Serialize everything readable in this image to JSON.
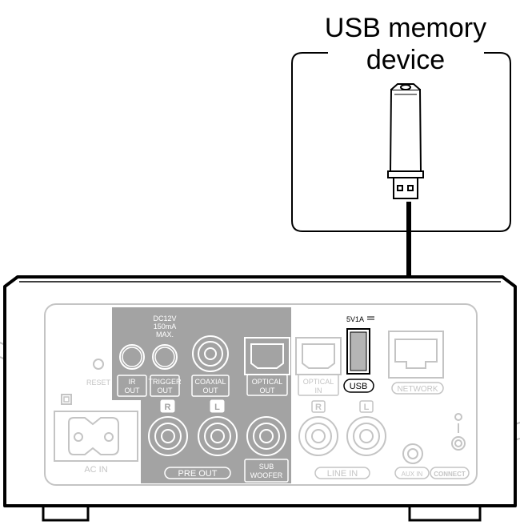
{
  "callout": {
    "title_line1": "USB memory",
    "title_line2": "device"
  },
  "labels": {
    "dc12v": "DC12V",
    "ma150": "150mA",
    "max": "MAX.",
    "reset": "RESET",
    "ir1": "IR",
    "ir2": "OUT",
    "trig1": "TRIGGER",
    "trig2": "OUT",
    "coax1": "COAXIAL",
    "coax2": "OUT",
    "optout1": "OPTICAL",
    "optout2": "OUT",
    "optin1": "OPTICAL",
    "optin2": "IN",
    "usb_power": "5V1A",
    "usb": "USB",
    "network": "NETWORK",
    "r_top": "R",
    "l_top": "L",
    "r_line": "R",
    "l_line": "L",
    "ac_in": "AC IN",
    "pre_out": "PRE OUT",
    "sub1": "SUB",
    "sub2": "WOOFER",
    "line_in": "LINE IN",
    "aux_in": "AUX IN",
    "connect": "CONNECT"
  },
  "colors": {
    "panel_gray": "#a3a3a3",
    "faded": "#c4c4c4",
    "usb_fill": "#b5b5b5",
    "cable": "#000000"
  }
}
